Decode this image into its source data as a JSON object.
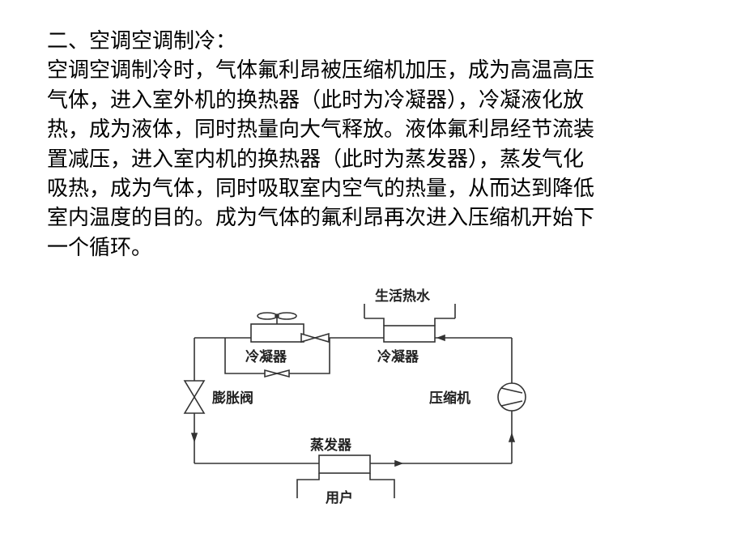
{
  "slide": {
    "heading": "二、空调空调制冷：",
    "paragraph_lines": [
      "空调空调制冷时，气体氟利昂被压缩机加压，成为高温高压",
      "气体，进入室外机的换热器（此时为冷凝器），冷凝液化放",
      "热，成为液体，同时热量向大气释放。液体氟利昂经节流装",
      "置减压，进入室内机的换热器（此时为蒸发器），蒸发气化",
      "吸热，成为气体，同时吸取室内空气的热量，从而达到降低",
      "室内温度的目的。成为气体的氟利昂再次进入压缩机开始下",
      "一个循环。"
    ]
  },
  "diagram": {
    "labels": {
      "hot_water": "生活热水",
      "condenser_left": "冷凝器",
      "condenser_right": "冷凝器",
      "expansion_valve": "膨胀阀",
      "compressor": "压缩机",
      "evaporator": "蒸发器",
      "user": "用户"
    },
    "colors": {
      "line": "#333333",
      "label": "#222222",
      "background": "#ffffff"
    }
  }
}
